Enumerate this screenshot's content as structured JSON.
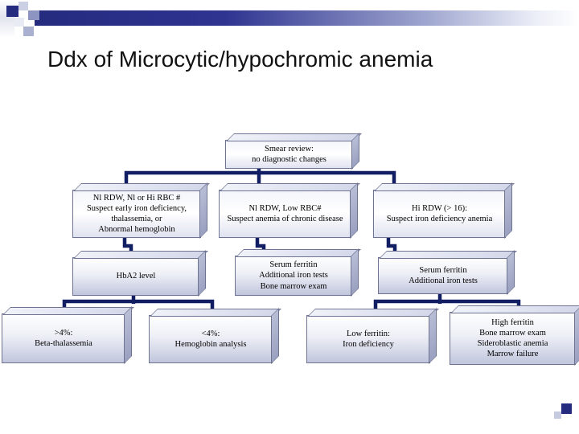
{
  "slide": {
    "title": "Ddx of Microcytic/hypochromic anemia"
  },
  "colors": {
    "banner": "#252b7e",
    "connector": "#121e63",
    "box_border": "#6e7391",
    "box_fill_bottom": "#c1c6dd"
  },
  "flowchart": {
    "root": {
      "lines": [
        "Smear review:",
        "no diagnostic changes"
      ]
    },
    "level2": [
      {
        "lines": [
          "Nl RDW, Nl or Hi RBC #",
          "Suspect early iron deficiency,",
          "thalassemia, or",
          "Abnormal hemoglobin"
        ]
      },
      {
        "lines": [
          "Nl RDW, Low RBC#",
          "Suspect anemia of chronic disease"
        ]
      },
      {
        "lines": [
          "Hi RDW (> 16):",
          "Suspect iron deficiency anemia"
        ]
      }
    ],
    "level3": [
      {
        "lines": [
          "HbA2 level"
        ]
      },
      {
        "lines": [
          "Serum ferritin",
          "Additional iron tests",
          "Bone marrow exam"
        ]
      },
      {
        "lines": [
          "Serum ferritin",
          "Additional iron tests"
        ]
      }
    ],
    "level4": [
      {
        "lines": [
          ">4%:",
          "Beta-thalassemia"
        ]
      },
      {
        "lines": [
          "<4%:",
          "Hemoglobin analysis"
        ]
      },
      {
        "lines": [
          "Low ferritin:",
          "Iron deficiency"
        ]
      },
      {
        "lines": [
          "High ferritin",
          "Bone marrow exam",
          "Sideroblastic anemia",
          "Marrow failure"
        ]
      }
    ]
  }
}
